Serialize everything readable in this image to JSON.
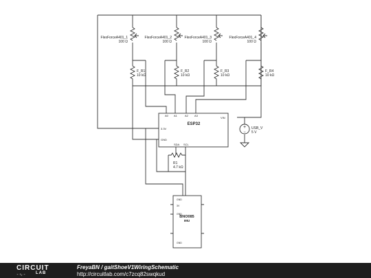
{
  "pots": [
    {
      "name": "FlexForceA401_1",
      "value": "100 Ω"
    },
    {
      "name": "FlexForceA401_2",
      "value": "100 Ω"
    },
    {
      "name": "FlexForceA401_3",
      "value": "100 Ω"
    },
    {
      "name": "FlexForceA401_4",
      "value": "100 Ω"
    }
  ],
  "resistors": [
    {
      "name": "F_R1",
      "value": "10 kΩ"
    },
    {
      "name": "F_R2",
      "value": "10 kΩ"
    },
    {
      "name": "F_R3",
      "value": "10 kΩ"
    },
    {
      "name": "F_R4",
      "value": "10 kΩ"
    }
  ],
  "esp32": {
    "title": "ESP32",
    "pins": {
      "a0": "A0",
      "a1": "A1",
      "a2": "A2",
      "a3": "A3",
      "v33": "3.3V",
      "gnd": "GND",
      "vin": "VIN",
      "sda": "SDA",
      "scl": "SCL"
    }
  },
  "r1": {
    "name": "R1",
    "value": "4.7 kΩ"
  },
  "usb": {
    "name": "USB_V",
    "value": "5 V"
  },
  "imu": {
    "title": "BNO085",
    "subtitle": "IMU",
    "pins": {
      "top": "GND",
      "v": "3V",
      "mid": "GND",
      "bot": "GND"
    }
  },
  "footer": {
    "logo_top": "CIRCUIT",
    "logo_bottom": "LAB",
    "author": "FreyaBN",
    "separator": " / ",
    "project": "gaitShoeV1WiringSchematic",
    "url": "http://circuitlab.com/c7zcq82swqkud"
  }
}
